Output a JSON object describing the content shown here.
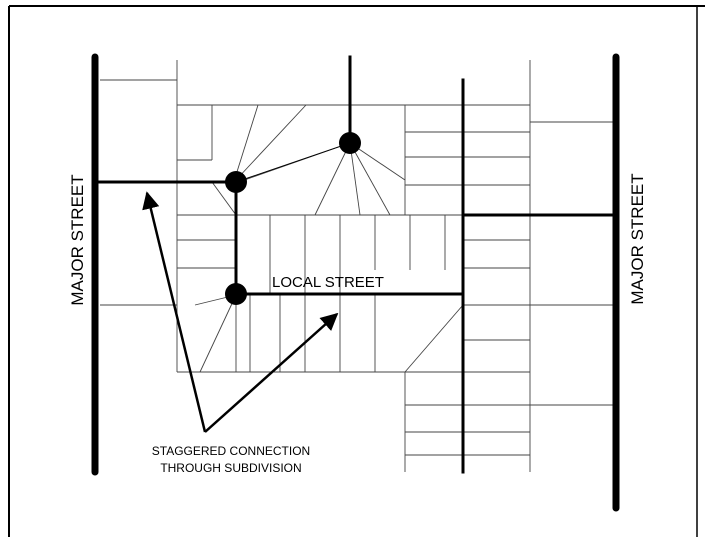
{
  "labels": {
    "major_street_left": "MAJOR STREET",
    "major_street_right": "MAJOR STREET",
    "local_street": "LOCAL STREET",
    "caption_line1": "STAGGERED CONNECTION",
    "caption_line2": "THROUGH SUBDIVISION"
  },
  "colors": {
    "ink": "#000000",
    "background": "#ffffff",
    "lot_lines": "#444444"
  }
}
